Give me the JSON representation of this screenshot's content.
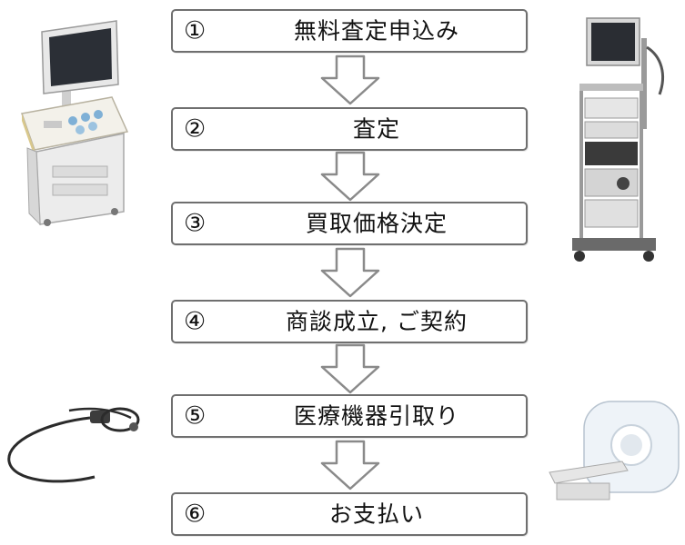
{
  "steps": [
    {
      "number": "①",
      "label": "無料査定申込み"
    },
    {
      "number": "②",
      "label": "査定"
    },
    {
      "number": "③",
      "label": "買取価格決定"
    },
    {
      "number": "④",
      "label": "商談成立, ご契約"
    },
    {
      "number": "⑤",
      "label": "医療機器引取り"
    },
    {
      "number": "⑥",
      "label": "お支払い"
    }
  ],
  "colors": {
    "box_border": "#6f6f6f",
    "arrow_stroke": "#8a8a8a",
    "arrow_fill": "#ffffff"
  },
  "icons": [
    "ultrasound-machine-icon",
    "endoscopy-tower-icon",
    "endoscope-icon",
    "ct-scanner-icon"
  ]
}
